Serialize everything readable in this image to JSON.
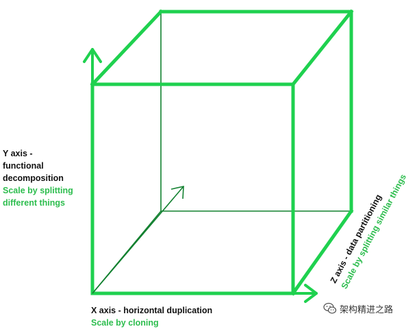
{
  "diagram": {
    "y_axis": {
      "lines": [
        "Y axis -",
        "functional",
        "decomposition"
      ],
      "caption_lines": [
        "Scale by splitting",
        "different things"
      ]
    },
    "x_axis": {
      "title": "X axis - horizontal duplication",
      "caption": "Scale by cloning"
    },
    "z_axis": {
      "title": "Z axis - data partitioning",
      "caption": "Scale by splitting similar things"
    },
    "colors": {
      "accent": "#1fd14f",
      "dark_edge": "#11802f",
      "label_text": "#111111",
      "caption_text": "#2dbd4e"
    },
    "icons": [
      "wechat-logo-icon"
    ]
  },
  "watermark": {
    "text": "架构精进之路"
  }
}
